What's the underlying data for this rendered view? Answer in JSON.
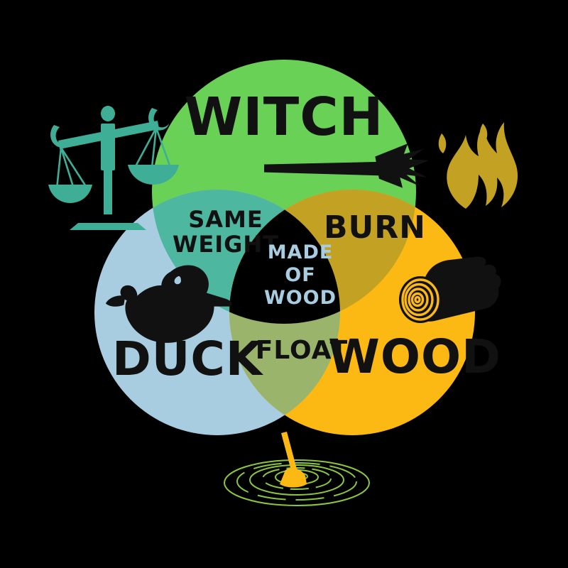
{
  "diagram": {
    "type": "venn-3-circle",
    "background_color": "#000000",
    "title_text": "",
    "sets": [
      {
        "id": "witch",
        "label": "WITCH",
        "color": "#69D155",
        "label_color": "#111111",
        "position": "top",
        "icon": "broomstick-icon"
      },
      {
        "id": "duck",
        "label": "DUCK",
        "color": "#A8CCE0",
        "label_color": "#111111",
        "position": "bottom-left",
        "icon": "duck-icon"
      },
      {
        "id": "wood",
        "label": "WOOD",
        "color": "#FCB813",
        "label_color": "#111111",
        "position": "bottom-right",
        "icon": "log-icon"
      }
    ],
    "intersections": [
      {
        "id": "witch-duck",
        "label_lines": [
          "SAME",
          "WEIGHT"
        ],
        "label": "SAME WEIGHT",
        "color": "#4EB7A0",
        "label_color": "#111111"
      },
      {
        "id": "witch-wood",
        "label_lines": [
          "BURN"
        ],
        "label": "BURN",
        "color": "#C3A122",
        "label_color": "#111111"
      },
      {
        "id": "duck-wood",
        "label_lines": [
          "FLOAT"
        ],
        "label": "FLOAT",
        "color": "#9AB46B",
        "label_color": "#111111"
      },
      {
        "id": "witch-duck-wood",
        "label_lines": [
          "MADE",
          "OF",
          "WOOD"
        ],
        "label": "MADE OF WOOD",
        "color": "#000000",
        "label_color": "#A8CCE0"
      }
    ],
    "decorations": [
      {
        "id": "scale",
        "icon": "balance-scale-icon",
        "color": "#3FAE96",
        "position": "top-left",
        "meaning": "weight"
      },
      {
        "id": "flame",
        "icon": "flame-icon",
        "color": "#C3A122",
        "position": "top-right",
        "meaning": "burn"
      },
      {
        "id": "ripple",
        "icon": "water-ripple-icon",
        "color": "#8CC63F",
        "accent_color": "#FCB813",
        "position": "bottom-center",
        "meaning": "float"
      }
    ]
  }
}
